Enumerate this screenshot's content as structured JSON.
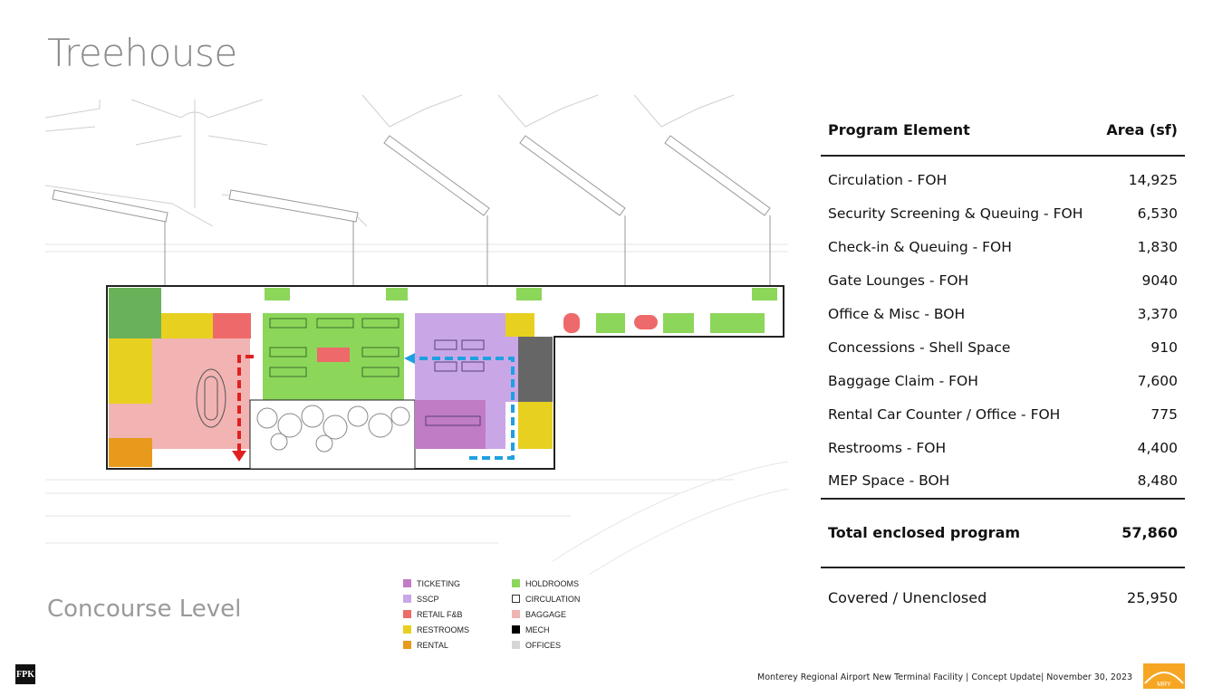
{
  "title": "Treehouse",
  "subtitle": "Concourse Level",
  "table": {
    "header_element": "Program Element",
    "header_area": "Area (sf)",
    "rows": [
      {
        "label": "Circulation - FOH",
        "value": "14,925"
      },
      {
        "label": "Security Screening & Queuing - FOH",
        "value": "6,530"
      },
      {
        "label": "Check-in & Queuing - FOH",
        "value": "1,830"
      },
      {
        "label": "Gate Lounges - FOH",
        "value": "9040"
      },
      {
        "label": "Office & Misc - BOH",
        "value": "3,370"
      },
      {
        "label": "Concessions - Shell Space",
        "value": "910"
      },
      {
        "label": "Baggage Claim - FOH",
        "value": "7,600"
      },
      {
        "label": "Rental Car Counter / Office - FOH",
        "value": "775"
      },
      {
        "label": "Restrooms - FOH",
        "value": "4,400"
      },
      {
        "label": "MEP Space - BOH",
        "value": "8,480"
      }
    ],
    "total_label": "Total enclosed program",
    "total_value": "57,860",
    "covered_label": "Covered / Unenclosed",
    "covered_value": "25,950"
  },
  "legend": [
    {
      "label": "TICKETING",
      "color": "#c07cc4"
    },
    {
      "label": "HOLDROOMS",
      "color": "#8cd65a"
    },
    {
      "label": "SSCP",
      "color": "#c9a7e6"
    },
    {
      "label": "CIRCULATION",
      "color": "#ffffff"
    },
    {
      "label": "RETAIL F&B",
      "color": "#ee6a6a"
    },
    {
      "label": "BAGGAGE",
      "color": "#f2b3b3"
    },
    {
      "label": "RESTROOMS",
      "color": "#e8d020"
    },
    {
      "label": "MECH",
      "color": "#000000"
    },
    {
      "label": "RENTAL",
      "color": "#e89a1c"
    },
    {
      "label": "OFFICES",
      "color": "#d6d6d6"
    }
  ],
  "footer": "Monterey Regional Airport New Terminal Facility | Concept Update| November 30, 2023",
  "logo_left": "FPK",
  "logo_right": "MRY"
}
